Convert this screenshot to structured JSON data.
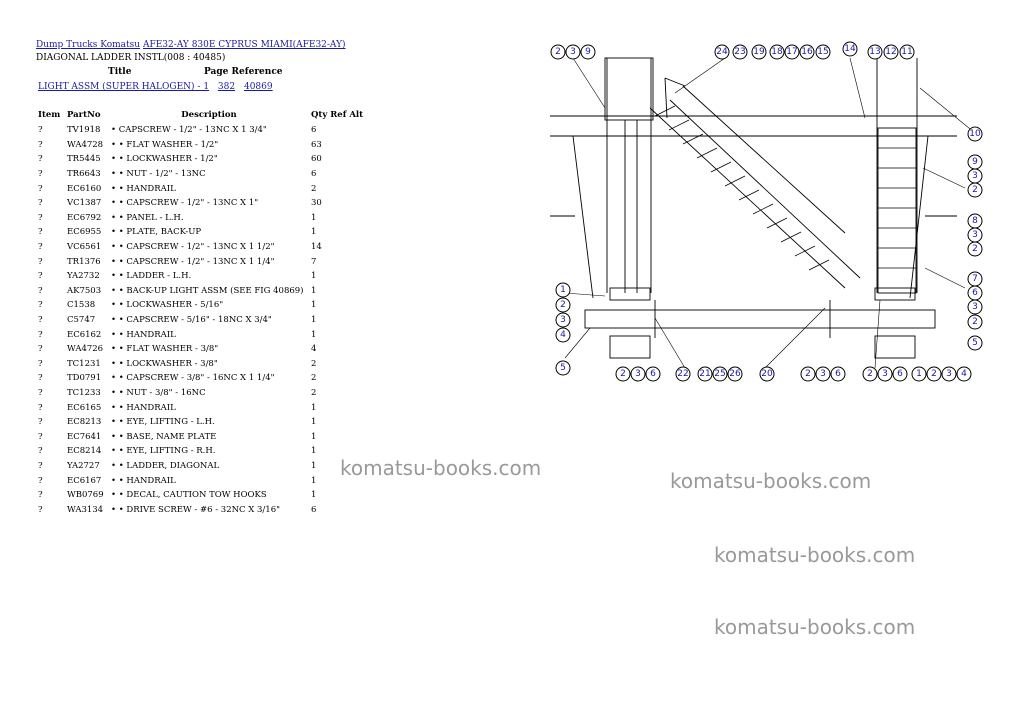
{
  "breadcrumb": {
    "link1": "Dump Trucks Komatsu",
    "link2": "AFE32-AY 830E CYPRUS MIAMI(AFE32-AY)"
  },
  "subtitle": "DIAGONAL LADDER INSTL(008 : 40485)",
  "reference": {
    "title_header": "Title",
    "page_header": "Page Reference",
    "title_link": "LIGHT ASSM (SUPER HALOGEN) - 1",
    "page_link": "382",
    "ref_link": "40869"
  },
  "table": {
    "headers": {
      "item": "Item",
      "part": "PartNo",
      "desc": "Description",
      "qty": "Qty Ref Alt"
    },
    "rows": [
      {
        "item": "?",
        "part": "TV1918",
        "desc": "• CAPSCREW - 1/2\" - 13NC X 1 3/4\"",
        "qty": "6"
      },
      {
        "item": "?",
        "part": "WA4728",
        "desc": "• • FLAT WASHER - 1/2\"",
        "qty": "63"
      },
      {
        "item": "?",
        "part": "TR5445",
        "desc": "• • LOCKWASHER - 1/2\"",
        "qty": "60"
      },
      {
        "item": "?",
        "part": "TR6643",
        "desc": "• • NUT - 1/2\" - 13NC",
        "qty": "6"
      },
      {
        "item": "?",
        "part": "EC6160",
        "desc": "• • HANDRAIL",
        "qty": "2"
      },
      {
        "item": "?",
        "part": "VC1387",
        "desc": "• • CAPSCREW - 1/2\" - 13NC X 1\"",
        "qty": "30"
      },
      {
        "item": "?",
        "part": "EC6792",
        "desc": "• • PANEL - L.H.",
        "qty": "1"
      },
      {
        "item": "?",
        "part": "EC6955",
        "desc": "• • PLATE, BACK-UP",
        "qty": "1"
      },
      {
        "item": "?",
        "part": "VC6561",
        "desc": "• • CAPSCREW - 1/2\" - 13NC X 1 1/2\"",
        "qty": "14"
      },
      {
        "item": "?",
        "part": "TR1376",
        "desc": "• • CAPSCREW - 1/2\" - 13NC X 1 1/4\"",
        "qty": "7"
      },
      {
        "item": "?",
        "part": "YA2732",
        "desc": "• • LADDER - L.H.",
        "qty": "1"
      },
      {
        "item": "?",
        "part": "AK7503",
        "desc": "• • BACK-UP LIGHT ASSM (SEE FIG 40869)",
        "qty": "1"
      },
      {
        "item": "?",
        "part": "C1538",
        "desc": "• • LOCKWASHER - 5/16\"",
        "qty": "1"
      },
      {
        "item": "?",
        "part": "C5747",
        "desc": "• • CAPSCREW - 5/16\" - 18NC X 3/4\"",
        "qty": "1"
      },
      {
        "item": "?",
        "part": "EC6162",
        "desc": "• • HANDRAIL",
        "qty": "1"
      },
      {
        "item": "?",
        "part": "WA4726",
        "desc": "• • FLAT WASHER - 3/8\"",
        "qty": "4"
      },
      {
        "item": "?",
        "part": "TC1231",
        "desc": "• • LOCKWASHER - 3/8\"",
        "qty": "2"
      },
      {
        "item": "?",
        "part": "TD0791",
        "desc": "• • CAPSCREW - 3/8\" - 16NC X 1 1/4\"",
        "qty": "2"
      },
      {
        "item": "?",
        "part": "TC1233",
        "desc": "• • NUT - 3/8\" - 16NC",
        "qty": "2"
      },
      {
        "item": "?",
        "part": "EC6165",
        "desc": "• • HANDRAIL",
        "qty": "1"
      },
      {
        "item": "?",
        "part": "EC8213",
        "desc": "• • EYE, LIFTING - L.H.",
        "qty": "1"
      },
      {
        "item": "?",
        "part": "EC7641",
        "desc": "• • BASE, NAME PLATE",
        "qty": "1"
      },
      {
        "item": "?",
        "part": "EC8214",
        "desc": "• • EYE, LIFTING - R.H.",
        "qty": "1"
      },
      {
        "item": "?",
        "part": "YA2727",
        "desc": "• • LADDER, DIAGONAL",
        "qty": "1"
      },
      {
        "item": "?",
        "part": "EC6167",
        "desc": "• • HANDRAIL",
        "qty": "1"
      },
      {
        "item": "?",
        "part": "WB0769",
        "desc": "• • DECAL, CAUTION TOW HOOKS",
        "qty": "1"
      },
      {
        "item": "?",
        "part": "WA3134",
        "desc": "• • DRIVE SCREW - #6 - 32NC X 3/16\"",
        "qty": "6"
      }
    ]
  },
  "diagram": {
    "callouts_top": [
      "2",
      "3",
      "9",
      "24",
      "23",
      "19",
      "18",
      "17",
      "16",
      "15",
      "14",
      "13",
      "12",
      "11"
    ],
    "callouts_right": [
      "10",
      "9",
      "3",
      "2",
      "8",
      "3",
      "2",
      "7",
      "6",
      "3",
      "2",
      "5"
    ],
    "callouts_left": [
      "1",
      "2",
      "3",
      "4",
      "5"
    ],
    "callouts_bottom": [
      "2",
      "3",
      "6",
      "22",
      "21",
      "25",
      "26",
      "20",
      "2",
      "3",
      "6",
      "2",
      "3",
      "6",
      "1",
      "2",
      "3",
      "4"
    ]
  },
  "watermarks": [
    "komatsu-books.com",
    "komatsu-books.com",
    "komatsu-books.com",
    "komatsu-books.com"
  ]
}
